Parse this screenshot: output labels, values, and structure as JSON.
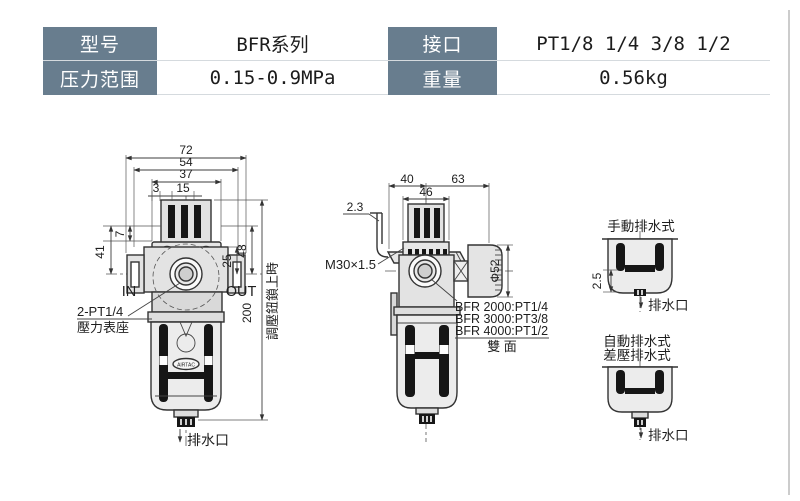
{
  "table": {
    "rows": [
      {
        "h1": "型号",
        "v1": "BFR系列",
        "h2": "接口",
        "v2": "PT1/8 1/4 3/8 1/2"
      },
      {
        "h1": "压力范围",
        "v1": "0.15-0.9MPa",
        "h2": "重量",
        "v2": "0.56kg"
      }
    ],
    "colors": {
      "header_bg": "#687d8e",
      "header_text": "#ffffff",
      "row_line": "#d5dade"
    }
  },
  "front_view": {
    "dim_72": "72",
    "dim_54": "54",
    "dim_37": "37",
    "dim_3": "3",
    "dim_15": "15",
    "dim_7": "7",
    "dim_41": "41",
    "dim_48": "48",
    "dim_25": "25",
    "dim_200": "200",
    "label_in": "IN",
    "label_out": "OUT",
    "gauge_label_1": "2-PT1/4",
    "gauge_label_2": "壓力表座",
    "knob_note": "調壓鈕鎖上時",
    "drain_label": "排水口",
    "logo": "AIRTAC"
  },
  "side_view": {
    "dim_40": "40",
    "dim_63": "63",
    "dim_46": "46",
    "dim_2_3": "2.3",
    "thread_label": "M30×1.5",
    "dia_label": "Φ52",
    "port_note_1": "BFR 2000:PT1/4",
    "port_note_2": "BFR 3000:PT3/8",
    "port_note_3": "BFR 4000:PT1/2",
    "both_sides": "雙 面"
  },
  "manual_drain": {
    "title": "手動排水式",
    "dim_2_5": "2.5",
    "drain_label": "排水口"
  },
  "auto_drain": {
    "title_1": "自動排水式",
    "title_2": "差壓排水式",
    "drain_label": "排水口"
  }
}
